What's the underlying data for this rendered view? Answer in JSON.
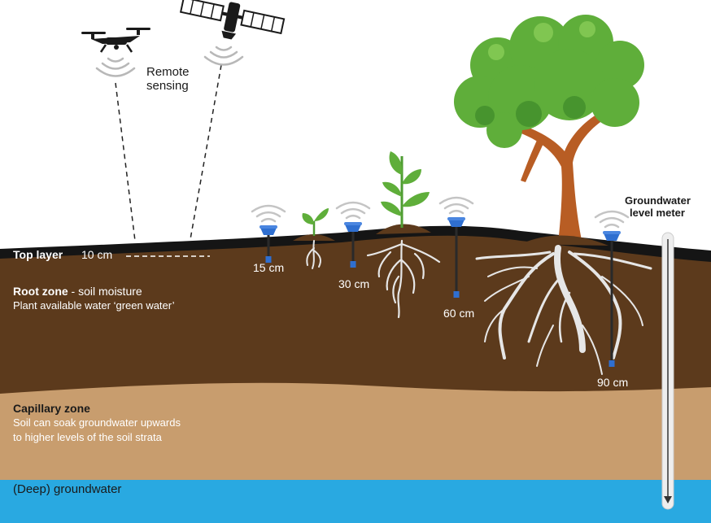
{
  "labels": {
    "remote_sensing_line1": "Remote",
    "remote_sensing_line2": "sensing",
    "top_layer_title": "Top layer",
    "top_layer_depth": "10 cm",
    "root_zone_title": "Root zone",
    "root_zone_subtitle": "- soil moisture",
    "root_zone_desc": "Plant available water ‘green water’",
    "capillary_title": "Capillary zone",
    "capillary_desc_line1": "Soil can soak groundwater upwards",
    "capillary_desc_line2": "to higher levels of the soil strata",
    "groundwater_title": "(Deep) groundwater",
    "meter_line1": "Groundwater",
    "meter_line2": "level meter"
  },
  "sensors": [
    {
      "depth_label": "15 cm"
    },
    {
      "depth_label": "30 cm"
    },
    {
      "depth_label": "60 cm"
    },
    {
      "depth_label": "90 cm"
    }
  ],
  "colors": {
    "top_layer": "#151515",
    "root_zone": "#5c3a1c",
    "capillary_zone": "#c89d6e",
    "groundwater": "#29a9e1",
    "sensor": "#2f6fd0",
    "tree_canopy": "#5fae3a",
    "trunk": "#b85d24",
    "roots": "#e6e6e6"
  },
  "icons": [
    "drone-icon",
    "satellite-icon",
    "signal-waves-icon",
    "sensor-probe-icon",
    "tree-icon",
    "sprout-icon",
    "roots-icon"
  ]
}
